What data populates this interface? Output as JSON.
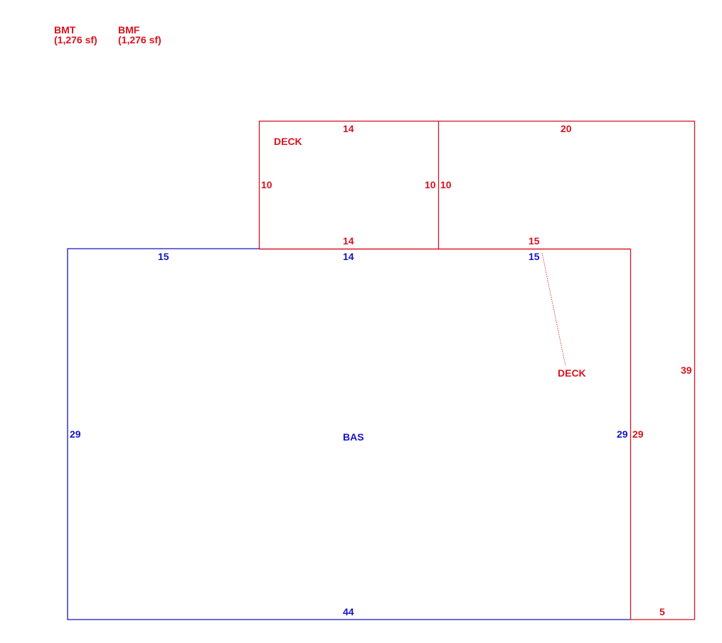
{
  "colors": {
    "red": "#d9121f",
    "blue": "#1414c8"
  },
  "legend": [
    {
      "code": "BMT",
      "area": "(1,276 sf)"
    },
    {
      "code": "BMF",
      "area": "(1,276 sf)"
    }
  ],
  "areas": {
    "bas": "BAS",
    "deck_small": "DECK",
    "deck_large": "DECK"
  },
  "dimensions": {
    "bas_top_left": "15",
    "bas_top_mid": "14",
    "bas_top_right": "15",
    "bas_left": "29",
    "bas_right": "29",
    "bas_bottom": "44",
    "deck1_top": "14",
    "deck1_left": "10",
    "deck1_right": "10",
    "deck1_bottom": "14",
    "deck2_top": "20",
    "deck2_left": "10",
    "deck2_bottom": "15",
    "deck2_inner_right": "29",
    "deck2_right": "39",
    "deck2_bottom_right": "5"
  }
}
